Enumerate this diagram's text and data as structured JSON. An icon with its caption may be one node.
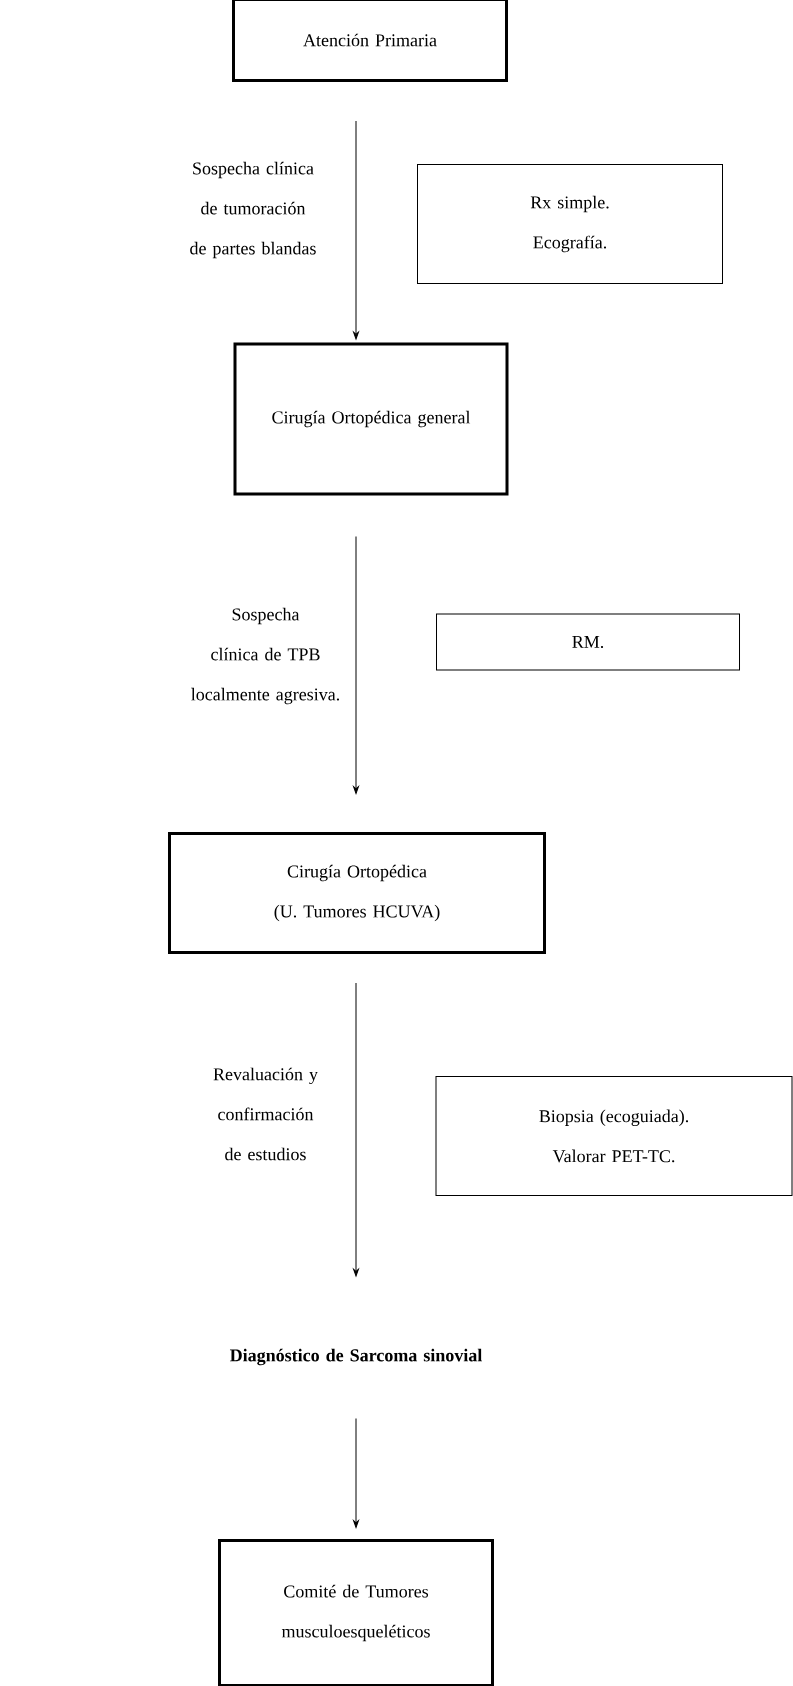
{
  "diagram": {
    "nodes": [
      {
        "text": [
          "Atención Primaria"
        ]
      },
      {
        "text": [
          "Rx simple. Ecografía."
        ]
      },
      {
        "text": [
          "Cirugía Ortopédica general"
        ]
      },
      {
        "text": [
          "RM."
        ]
      },
      {
        "text": [
          "Cirugía Ortopédica (U. Tumores HCUVA)"
        ]
      },
      {
        "text": [
          "Biopsia (ecoguiada). Valorar PET-TC."
        ]
      },
      {
        "text": [
          "Diagnóstico de Sarcoma sinovial"
        ]
      },
      {
        "text": [
          "Comité de Tumores musculoesqueléticos"
        ]
      }
    ],
    "edges": [
      {
        "from": 0,
        "to": 2,
        "arrow": "to",
        "label": "Sospecha clínica de tumoración de partes blandas"
      },
      {
        "from": 2,
        "to": 4,
        "arrow": "to",
        "label": "Sospecha clínica de TPB localmente agresiva."
      },
      {
        "from": 4,
        "to": 6,
        "arrow": "to",
        "label": "Revaluación y confirmación de estudios"
      },
      {
        "from": 6,
        "to": 7,
        "arrow": "to"
      }
    ]
  }
}
